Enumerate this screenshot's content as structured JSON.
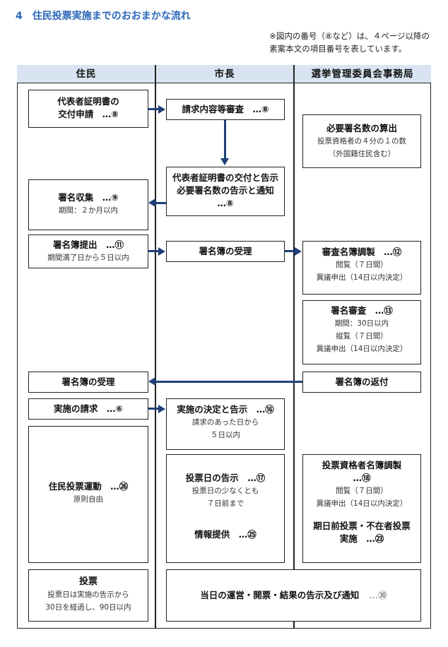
{
  "title": "4　住民投票実施までのおおまかな流れ",
  "note": {
    "line1": "※図内の番号（⑧など）は、４ページ以降の",
    "line2": "素案本文の項目番号を表しています。"
  },
  "columns": {
    "resident": "住民",
    "mayor": "市長",
    "election": "選挙管理委員会事務局"
  },
  "resident": {
    "cert_request_l1": "代表者証明書の",
    "cert_request_l2": "交付申請　…⑧",
    "signature_collect": "署名収集　…⑨",
    "signature_collect_period": "期間：２か月以内",
    "signature_submit": "署名簿提出　…⑪",
    "signature_submit_period": "期間満了日から５日以内",
    "signature_receive": "署名簿の受理",
    "request_exec": "実施の請求　…⑥",
    "campaign": "住民投票運動　…㉖",
    "campaign_sub": "原則自由",
    "vote": "投票",
    "vote_sub1": "投票日は実施の告示から",
    "vote_sub2": "30日を経過し、90日以内"
  },
  "mayor": {
    "review": "請求内容等審査　…⑧",
    "cert_issue_l1": "代表者証明書の交付と告示",
    "cert_issue_l2": "必要署名数の告示と通知",
    "cert_issue_l3": "…⑧",
    "signature_receive": "署名簿の受理",
    "decision": "実施の決定と告示　…⑯",
    "decision_sub1": "請求のあった日から",
    "decision_sub2": "５日以内",
    "vote_day": "投票日の告示　…⑰",
    "vote_day_sub1": "投票日の少なくとも",
    "vote_day_sub2": "７日前まで",
    "info": "情報提供　…㉕"
  },
  "election": {
    "required_calc": "必要署名数の算出",
    "required_sub1": "投票資格者の４分の１の数",
    "required_sub2": "（外国籍住民含む）",
    "review_list": "審査名簿調製　…⑫",
    "review_list_sub1": "閲覧（７日間）",
    "review_list_sub2": "異議申出（14日以内決定）",
    "sig_review": "署名審査　…⑬",
    "sig_review_sub1": "期間：30日以内",
    "sig_review_sub2": "縦覧（７日間）",
    "sig_review_sub3": "異議申出（14日以内決定）",
    "return": "署名簿の返付",
    "voter_list_l1": "投票資格者名簿調製",
    "voter_list_l2": "…⑱",
    "voter_list_sub1": "閲覧（７日間）",
    "voter_list_sub2": "異議申出（14日以内決定）",
    "early_vote_l1": "期日前投票・不在者投票",
    "early_vote_l2": "実施　…㉓"
  },
  "operation": {
    "label": "当日の運営・開票・結果の告示及び通知",
    "ref": "…㉚"
  },
  "colors": {
    "title": "#2b66b8",
    "header_bg": "#d9e4f2",
    "arrow": "#1f3f7a"
  }
}
